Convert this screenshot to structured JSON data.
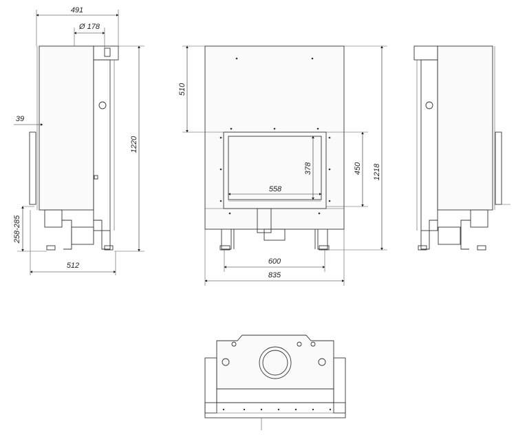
{
  "title": "Fireplace insert dimension drawing",
  "side_view_left": {
    "width_top": "491",
    "flue_diameter": "Ø 178",
    "offset": "39",
    "height": "1220",
    "leg_height": "258-285",
    "depth": "512"
  },
  "front_view": {
    "upper_height": "510",
    "glass_height": "378",
    "glass_width": "558",
    "door_height": "450",
    "total_height": "1218",
    "leg_span": "600",
    "total_width": "835"
  },
  "colors": {
    "line": "#333333",
    "background": "#ffffff"
  }
}
